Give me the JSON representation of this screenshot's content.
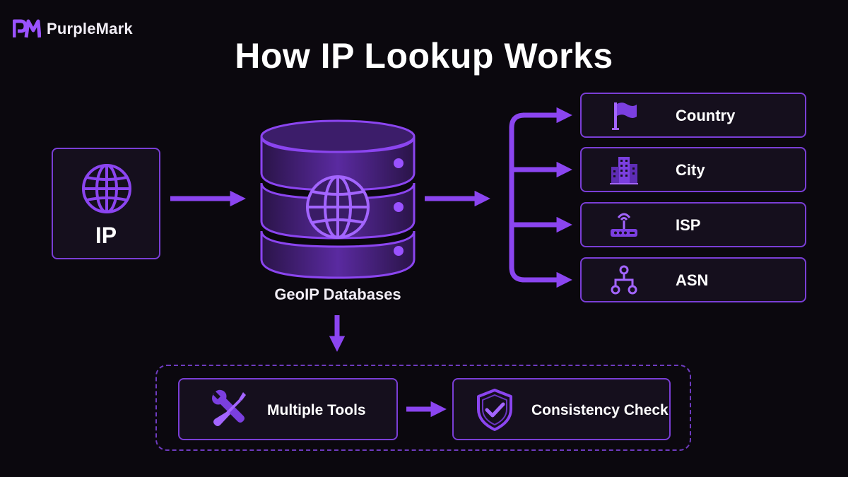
{
  "brand": {
    "name": "PurpleMark",
    "logo_icon": "pm-monogram-icon"
  },
  "title": "How IP Lookup Works",
  "colors": {
    "background": "#0b080e",
    "accent": "#8b45f0",
    "box_border": "#7a3ed6",
    "text": "#ffffff"
  },
  "nodes": {
    "ip": {
      "label": "IP",
      "icon": "globe-icon"
    },
    "database": {
      "label": "GeoIP Databases",
      "icon": "database-globe-icon"
    },
    "results": [
      {
        "label": "Country",
        "icon": "flag-icon"
      },
      {
        "label": "City",
        "icon": "buildings-icon"
      },
      {
        "label": "ISP",
        "icon": "router-icon"
      },
      {
        "label": "ASN",
        "icon": "network-nodes-icon"
      }
    ],
    "process": [
      {
        "label": "Multiple Tools",
        "icon": "wrench-screwdriver-icon"
      },
      {
        "label": "Consistency Check",
        "icon": "shield-check-icon"
      }
    ]
  }
}
